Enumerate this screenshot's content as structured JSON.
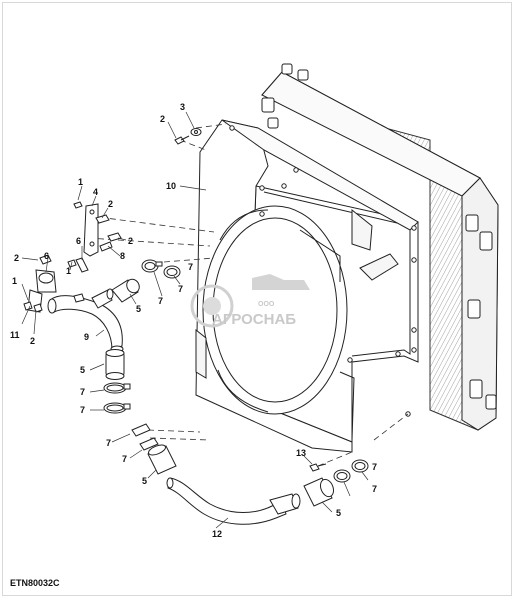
{
  "diagram": {
    "code": "ETN80032C",
    "watermark": {
      "small": "ООО",
      "brand": "АГРОСНАБ"
    },
    "callouts": [
      {
        "id": "c-3a",
        "label": "3"
      },
      {
        "id": "c-2a",
        "label": "2"
      },
      {
        "id": "c-10",
        "label": "10"
      },
      {
        "id": "c-1a",
        "label": "1"
      },
      {
        "id": "c-4",
        "label": "4"
      },
      {
        "id": "c-2b",
        "label": "2"
      },
      {
        "id": "c-6a",
        "label": "6"
      },
      {
        "id": "c-2c",
        "label": "2"
      },
      {
        "id": "c-8",
        "label": "8"
      },
      {
        "id": "c-2d",
        "label": "2"
      },
      {
        "id": "c-6b",
        "label": "6"
      },
      {
        "id": "c-1b",
        "label": "1"
      },
      {
        "id": "c-1c",
        "label": "1"
      },
      {
        "id": "c-11",
        "label": "11"
      },
      {
        "id": "c-2e",
        "label": "2"
      },
      {
        "id": "c-5a",
        "label": "5"
      },
      {
        "id": "c-7a",
        "label": "7"
      },
      {
        "id": "c-7b",
        "label": "7"
      },
      {
        "id": "c-7c",
        "label": "7"
      },
      {
        "id": "c-9",
        "label": "9"
      },
      {
        "id": "c-5b",
        "label": "5"
      },
      {
        "id": "c-7d",
        "label": "7"
      },
      {
        "id": "c-7e",
        "label": "7"
      },
      {
        "id": "c-7f",
        "label": "7"
      },
      {
        "id": "c-7g",
        "label": "7"
      },
      {
        "id": "c-5c",
        "label": "5"
      },
      {
        "id": "c-13",
        "label": "13"
      },
      {
        "id": "c-7h",
        "label": "7"
      },
      {
        "id": "c-7i",
        "label": "7"
      },
      {
        "id": "c-5d",
        "label": "5"
      },
      {
        "id": "c-12",
        "label": "12"
      }
    ]
  }
}
